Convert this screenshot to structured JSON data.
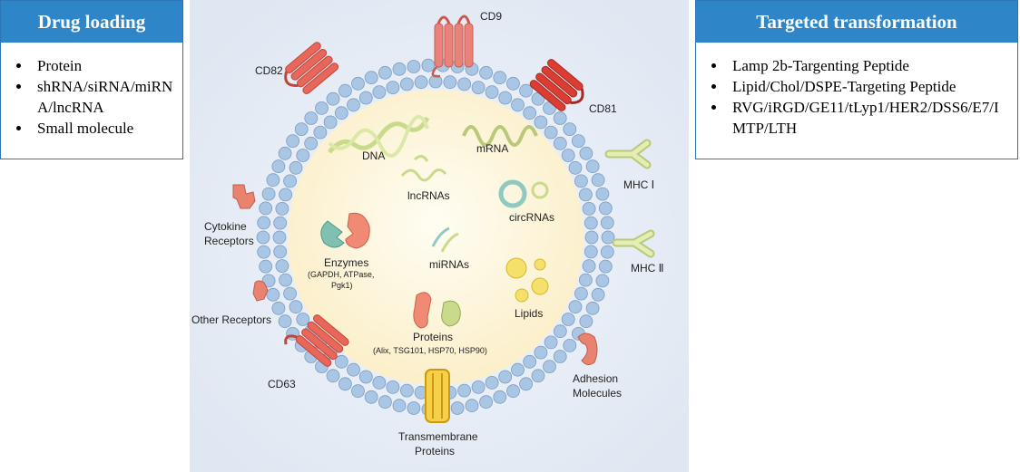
{
  "drug_loading": {
    "title": "Drug loading",
    "items": [
      "Protein",
      "shRNA/siRNA/miRNA/lncRNA",
      "Small molecule"
    ]
  },
  "targeted_transformation": {
    "title": "Targeted transformation",
    "items": [
      "Lamp 2b-Targenting Peptide",
      "Lipid/Chol/DSPE-Targeting Peptide",
      "RVG/iRGD/GE11/tLyp1/HER2/DSS6/E7/IMTP/LTH"
    ]
  },
  "labels": {
    "cd9": "CD9",
    "cd82": "CD82",
    "cd81": "CD81",
    "cd63": "CD63",
    "mhc1": "MHC Ⅰ",
    "mhc2": "MHC Ⅱ",
    "dna": "DNA",
    "mrna": "mRNA",
    "lncrnas": "lncRNAs",
    "circrnas": "circRNAs",
    "mirnas": "miRNAs",
    "enzymes": "Enzymes",
    "enzymes_detail_1": "(GAPDH, ATPase,",
    "enzymes_detail_2": "Pgk1)",
    "lipids": "Lipids",
    "proteins": "Proteins",
    "proteins_detail": "(Alix, TSG101, HSP70, HSP90)",
    "cytokine_1": "Cytokine",
    "cytokine_2": "Receptors",
    "other_receptors": "Other Receptors",
    "adhesion_1": "Adhesion",
    "adhesion_2": "Molecules",
    "transmembrane_1": "Transmembrane",
    "transmembrane_2": "Proteins"
  },
  "colors": {
    "panel_header": "#2e86c8",
    "panel_border": "#2e75b6",
    "membrane_bead": "#a9c6e4",
    "interior": "#fdf3d2",
    "tetraspanin": "#e8675a",
    "mhc": "#d9e6a0",
    "nucleic": "#c9da8c",
    "circ": "#8fc9c0"
  }
}
